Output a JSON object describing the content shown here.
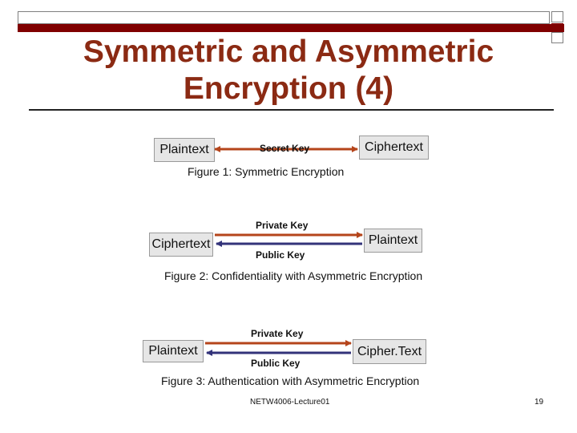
{
  "slide": {
    "title_line1": "Symmetric and Asymmetric",
    "title_line2": "Encryption (4)"
  },
  "figure1": {
    "left_box": "Plaintext",
    "right_box": "Ciphertext",
    "key_label": "Secret Key",
    "caption": "Figure 1: Symmetric Encryption"
  },
  "figure2": {
    "left_box": "Ciphertext",
    "right_box": "Plaintext",
    "top_key": "Private Key",
    "bottom_key": "Public Key",
    "caption": "Figure 2: Confidentiality with Asymmetric Encryption"
  },
  "figure3": {
    "left_box": "Plaintext",
    "right_box": "Cipher.Text",
    "top_key": "Private Key",
    "bottom_key": "Public Key",
    "caption": "Figure 3: Authentication with Asymmetric Encryption"
  },
  "footer": {
    "course": "NETW4006-Lecture01",
    "page_number": "19"
  },
  "colors": {
    "title": "#8b2a13",
    "red_arrow": "#b5451b",
    "blue_arrow": "#33337a",
    "bar": "#800000"
  }
}
